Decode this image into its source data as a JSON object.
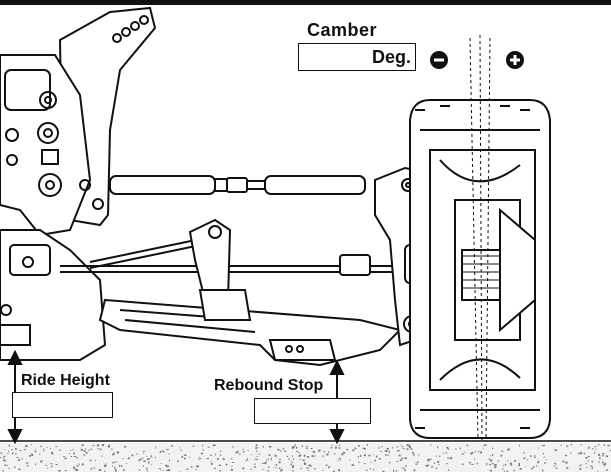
{
  "diagram": {
    "camber_label": "Camber",
    "deg_label": "Deg.",
    "minus_symbol": "−",
    "plus_symbol": "+",
    "ride_height_label": "Ride Height",
    "rebound_stop_label": "Rebound Stop",
    "ride_height_value": "",
    "rebound_stop_value": "",
    "camber_value": ""
  },
  "colors": {
    "ink": "#111111",
    "ground_speckle": "#777777"
  }
}
